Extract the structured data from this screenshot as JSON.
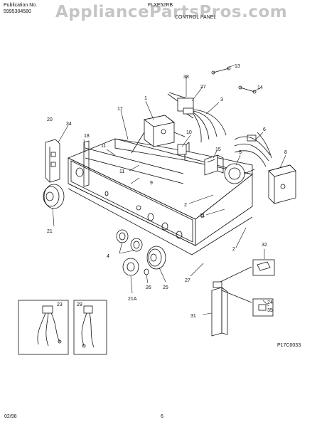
{
  "header": {
    "publication_label": "Publication No.",
    "publication_number": "5995304580",
    "model": "FLXE52RB",
    "section_title": "CONTROL PANEL"
  },
  "watermark": "AppliancePartsPros.com",
  "diagram_code": "P17C0033",
  "footer": {
    "date": "02/98",
    "page": "6"
  },
  "part_callouts": [
    "1",
    "2",
    "2",
    "2",
    "3",
    "4",
    "5",
    "6",
    "8",
    "9",
    "10",
    "11",
    "11",
    "11",
    "13",
    "14",
    "15",
    "17",
    "18",
    "20",
    "21",
    "21A",
    "23",
    "24",
    "25",
    "26",
    "27",
    "27",
    "29",
    "31",
    "32",
    "34",
    "35",
    "38"
  ]
}
